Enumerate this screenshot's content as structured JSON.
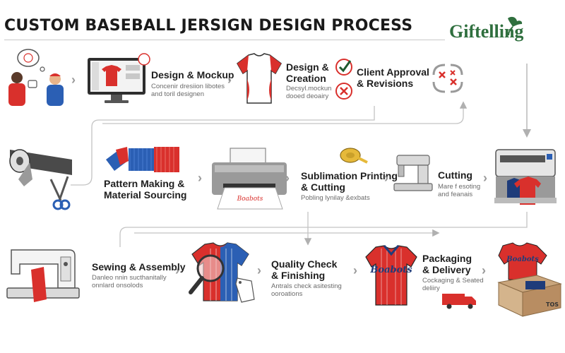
{
  "title": "CUSTOM BASEBALL JERSIGN DESIGN PROCESS",
  "brand": "Giftelling",
  "colors": {
    "red": "#d9302c",
    "blue": "#2b5fb4",
    "navy": "#1f3c7a",
    "gray": "#8a8a8a",
    "brand_green": "#2f6f3e"
  },
  "steps": [
    {
      "label_1": "Design & Mockup",
      "label_2": "",
      "sub_1": "Concenir dresiion libotes",
      "sub_2": "and toril designen"
    },
    {
      "label_1": "Design &",
      "label_2": "Creation",
      "sub_1": "Decsyl.mockun",
      "sub_2": "dooed deoairy"
    },
    {
      "label_1": "Client Approval",
      "label_2": "& Revisions",
      "sub_1": "",
      "sub_2": ""
    },
    {
      "label_1": "Pattern Making &",
      "label_2": "Material Sourcing",
      "sub_1": "",
      "sub_2": ""
    },
    {
      "label_1": "Sublimation Printing",
      "label_2": "& Cutting",
      "sub_1": "Pobling lynilay &exbats",
      "sub_2": ""
    },
    {
      "label_1": "Cutting",
      "label_2": "",
      "sub_1": "Mare f esoting",
      "sub_2": "and feanais"
    },
    {
      "label_1": "Sewing & Assembly",
      "label_2": "",
      "sub_1": "Danleo nnin sucthanitally",
      "sub_2": "onnlard onsolods"
    },
    {
      "label_1": "Quality Check",
      "label_2": "& Finishing",
      "sub_1": "Antrals check asitesting",
      "sub_2": "ooroations"
    },
    {
      "label_1": "Packaging",
      "label_2": "& Delivery",
      "sub_1": "Cockaging & Seated",
      "sub_2": "deliiry"
    }
  ],
  "jersey_text": "Boabots",
  "box_label": "TOS",
  "icons": [
    "chat-bubble-icon",
    "baseball-icon",
    "monitor-icon",
    "tshirt-icon",
    "checkmark-icon",
    "x-mark-icon",
    "refresh-cycle-icon",
    "fabric-roll-icon",
    "scissors-icon",
    "fabric-swatches-icon",
    "printer-icon",
    "tape-measure-icon",
    "cutting-machine-icon",
    "sewing-machine-icon",
    "magnifier-icon",
    "tag-icon",
    "jersey-icon",
    "truck-icon",
    "package-box-icon"
  ]
}
